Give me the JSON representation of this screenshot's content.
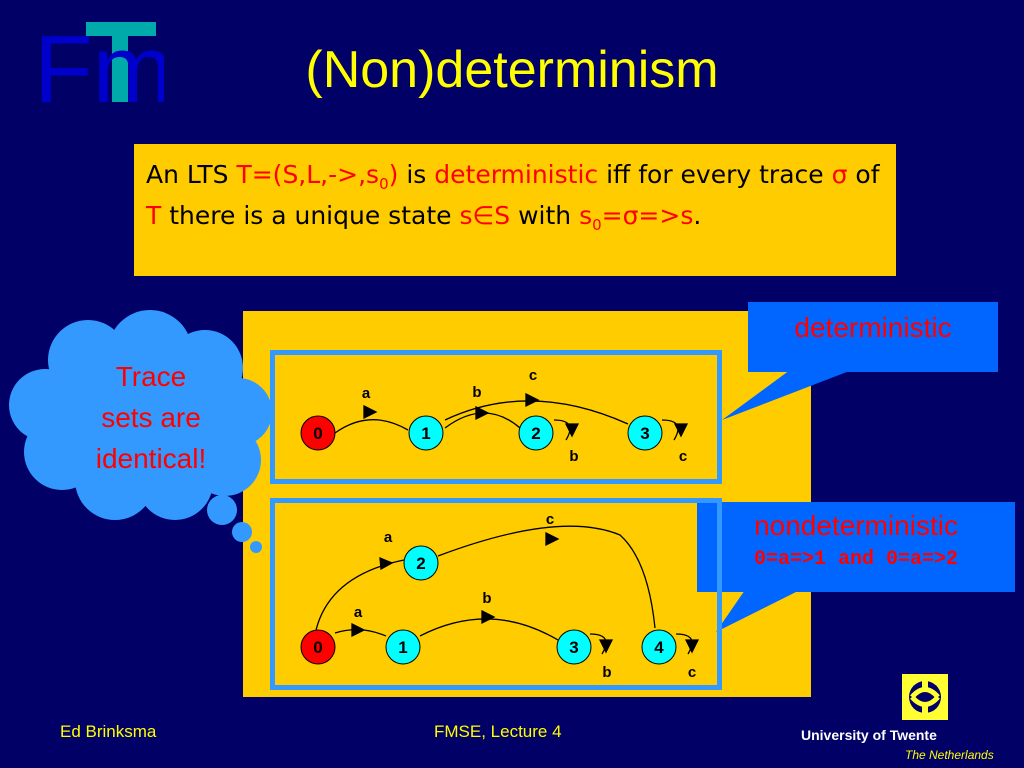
{
  "slide": {
    "title": "(Non)determinism",
    "logo_letters": "Fm",
    "definition": {
      "p1": "An LTS ",
      "p2": "T=(S,L,->,s",
      "p2_sub": "0",
      "p3": ")",
      "p4": " is ",
      "p5": "deterministic",
      "p6": " iff for every trace ",
      "p7": "σ",
      "p8": " of ",
      "p9": "T",
      "p10": " there is a unique state ",
      "p11": "s∈S",
      "p12": " with ",
      "p13": "s",
      "p13_sub": "0",
      "p14": "=σ=>s",
      "p15": "."
    },
    "cloud_text": [
      "Trace",
      "sets are",
      "identical!"
    ],
    "deterministic_label": "deterministic",
    "nondeterministic_label": "nondeterministic",
    "nondeterministic_detail": "0=a=>1 and 0=a=>2",
    "det_lts": {
      "states": [
        "0",
        "1",
        "2",
        "3"
      ],
      "labels": {
        "a": "a",
        "b": "b",
        "c": "c",
        "loop2": "b",
        "loop3": "c"
      }
    },
    "nd_lts": {
      "states": [
        "0",
        "1",
        "2",
        "3",
        "4"
      ],
      "labels": {
        "a_top": "a",
        "a_bottom": "a",
        "b": "b",
        "c": "c",
        "loop3": "b",
        "loop4": "c"
      }
    },
    "footer": {
      "author": "Ed Brinksma",
      "course": "FMSE, Lecture 4",
      "university": "University of Twente",
      "country": "The Netherlands"
    },
    "colors": {
      "background": "#000066",
      "title": "#FFFF00",
      "box": "#FFCC00",
      "highlight": "#FF0000",
      "frame": "#3399FF",
      "callout": "#0066FF",
      "state_initial": "#FF0000",
      "state": "#00FFFF"
    }
  }
}
